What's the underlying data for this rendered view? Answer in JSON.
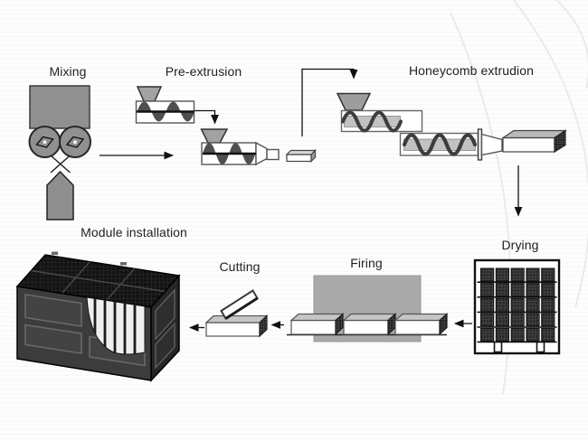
{
  "diagram": {
    "steps": [
      {
        "id": "mixing",
        "label": "Mixing"
      },
      {
        "id": "pre_extrusion",
        "label": "Pre-extrusion"
      },
      {
        "id": "honeycomb_extrusion",
        "label": "Honeycomb extrudion"
      },
      {
        "id": "drying",
        "label": "Drying"
      },
      {
        "id": "firing",
        "label": "Firing"
      },
      {
        "id": "cutting",
        "label": "Cutting"
      },
      {
        "id": "module_installation",
        "label": "Module installation"
      }
    ],
    "flow": [
      {
        "from": "Mixing",
        "to": "Pre-extrusion"
      },
      {
        "from": "Pre-extrusion stage 1",
        "to": "Pre-extrusion stage 2"
      },
      {
        "from": "Pre-extrusion",
        "to": "Honeycomb extrudion"
      },
      {
        "from": "Honeycomb extrudion",
        "to": "Drying"
      },
      {
        "from": "Drying",
        "to": "Firing"
      },
      {
        "from": "Firing",
        "to": "Cutting"
      },
      {
        "from": "Cutting",
        "to": "Module installation"
      }
    ],
    "colors": {
      "text": "#1f1f1f",
      "machine_gray": "#909090",
      "hopper_gray": "#a2a2a2",
      "screw_dark": "#4f4f4f",
      "barrel_band": "#c2c2c2",
      "furnace_gray": "#a9a9a9",
      "block_top": "#c6c6c6",
      "honeycomb_end_dark": "#1e1e1e",
      "module_front": "#3c3c3c",
      "module_side": "#262626",
      "module_top": "#121212",
      "arrow": "#111111",
      "background": "#fdfdfd",
      "watermark_arc": "#eaeaea"
    }
  }
}
